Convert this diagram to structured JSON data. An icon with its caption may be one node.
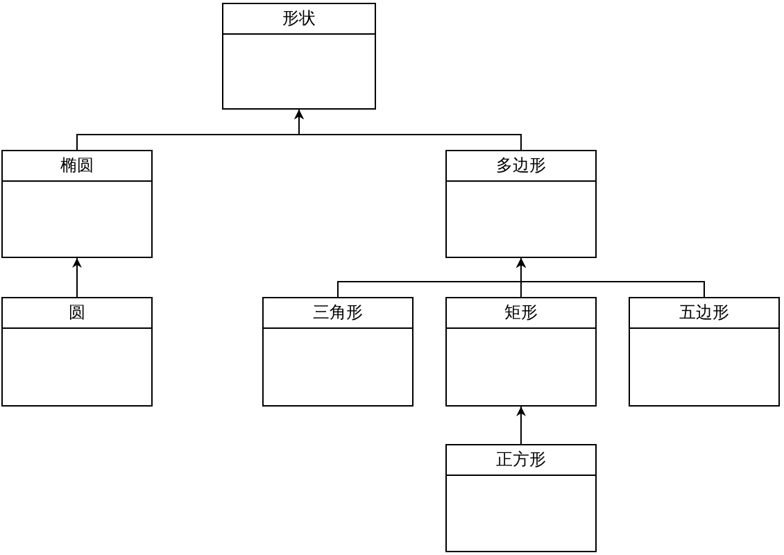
{
  "diagram": {
    "nodes": [
      {
        "text": [
          "形状"
        ]
      },
      {
        "text": [
          "椭圆"
        ]
      },
      {
        "text": [
          "多边形"
        ]
      },
      {
        "text": [
          "圆"
        ]
      },
      {
        "text": [
          "三角形"
        ]
      },
      {
        "text": [
          "矩形"
        ]
      },
      {
        "text": [
          "五边形"
        ]
      },
      {
        "text": [
          "正方形"
        ]
      }
    ],
    "edges": [
      {
        "from": 1,
        "to": 0,
        "arrow": "to"
      },
      {
        "from": 2,
        "to": 0,
        "arrow": "to"
      },
      {
        "from": 3,
        "to": 1,
        "arrow": "to"
      },
      {
        "from": 4,
        "to": 2,
        "arrow": "to"
      },
      {
        "from": 5,
        "to": 2,
        "arrow": "to"
      },
      {
        "from": 6,
        "to": 2,
        "arrow": "to"
      },
      {
        "from": 7,
        "to": 5,
        "arrow": "to"
      }
    ]
  }
}
